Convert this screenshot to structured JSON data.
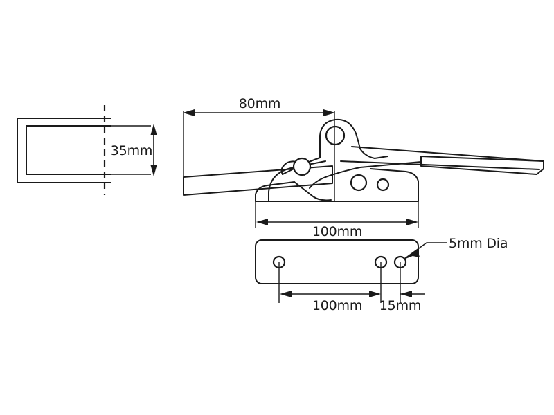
{
  "drawing": {
    "title": "Toggle Latch Clamp Technical Drawing",
    "background_color": "#ffffff",
    "line_color": "#1a1a1a",
    "views": [
      {
        "name": "side-profile-view",
        "description": "U-channel bracket profile, left view"
      },
      {
        "name": "clamp-assembly-view",
        "description": "Over-centre toggle latch assembly, side elevation"
      },
      {
        "name": "base-plate-view",
        "description": "Mounting base plate plan view with three holes"
      }
    ],
    "dimensions": {
      "height_35": "35mm",
      "reach_80": "80mm",
      "base_length_100": "100mm",
      "hole_spacing_100": "100mm",
      "hole_edge_15": "15mm",
      "hole_dia_5": "5mm Dia"
    }
  }
}
